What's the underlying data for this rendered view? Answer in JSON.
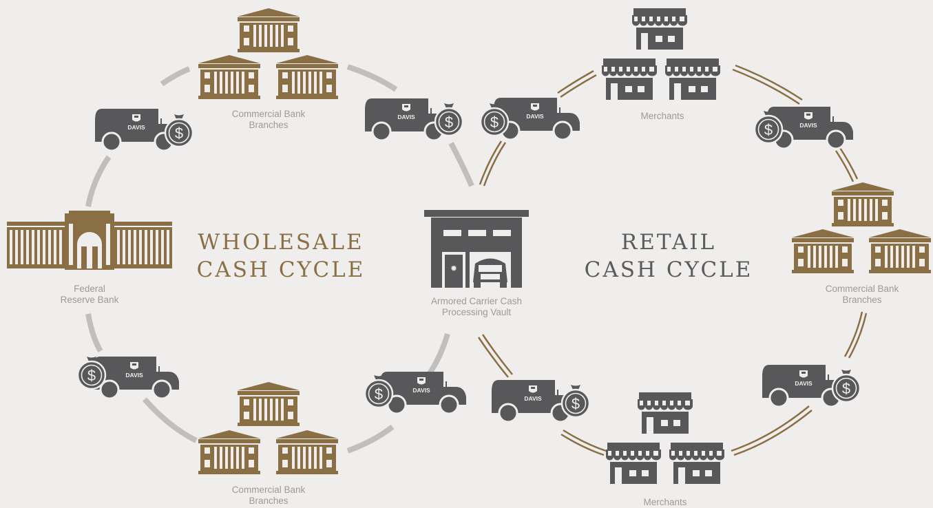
{
  "colors": {
    "gold": "#8a6f45",
    "dark": "#58585a",
    "gray_path": "#c0bfbd",
    "label": "#9c9a97",
    "background": "#efeeec"
  },
  "titles": {
    "wholesale_line1": "WHOLESALE",
    "wholesale_line2": "CASH CYCLE",
    "retail_line1": "RETAIL",
    "retail_line2": "CASH CYCLE"
  },
  "labels": {
    "commercial_bank_top": "Commercial Bank\nBranches",
    "commercial_bank_bottom": "Commercial Bank\nBranches",
    "commercial_bank_right": "Commercial Bank\nBranches",
    "federal_reserve": "Federal\nReserve Bank",
    "vault": "Armored Carrier Cash\nProcessing Vault",
    "merchants_top": "Merchants",
    "merchants_bottom": "Merchants"
  },
  "truck": {
    "brand": "DAVIS",
    "bag_symbol": "$"
  }
}
